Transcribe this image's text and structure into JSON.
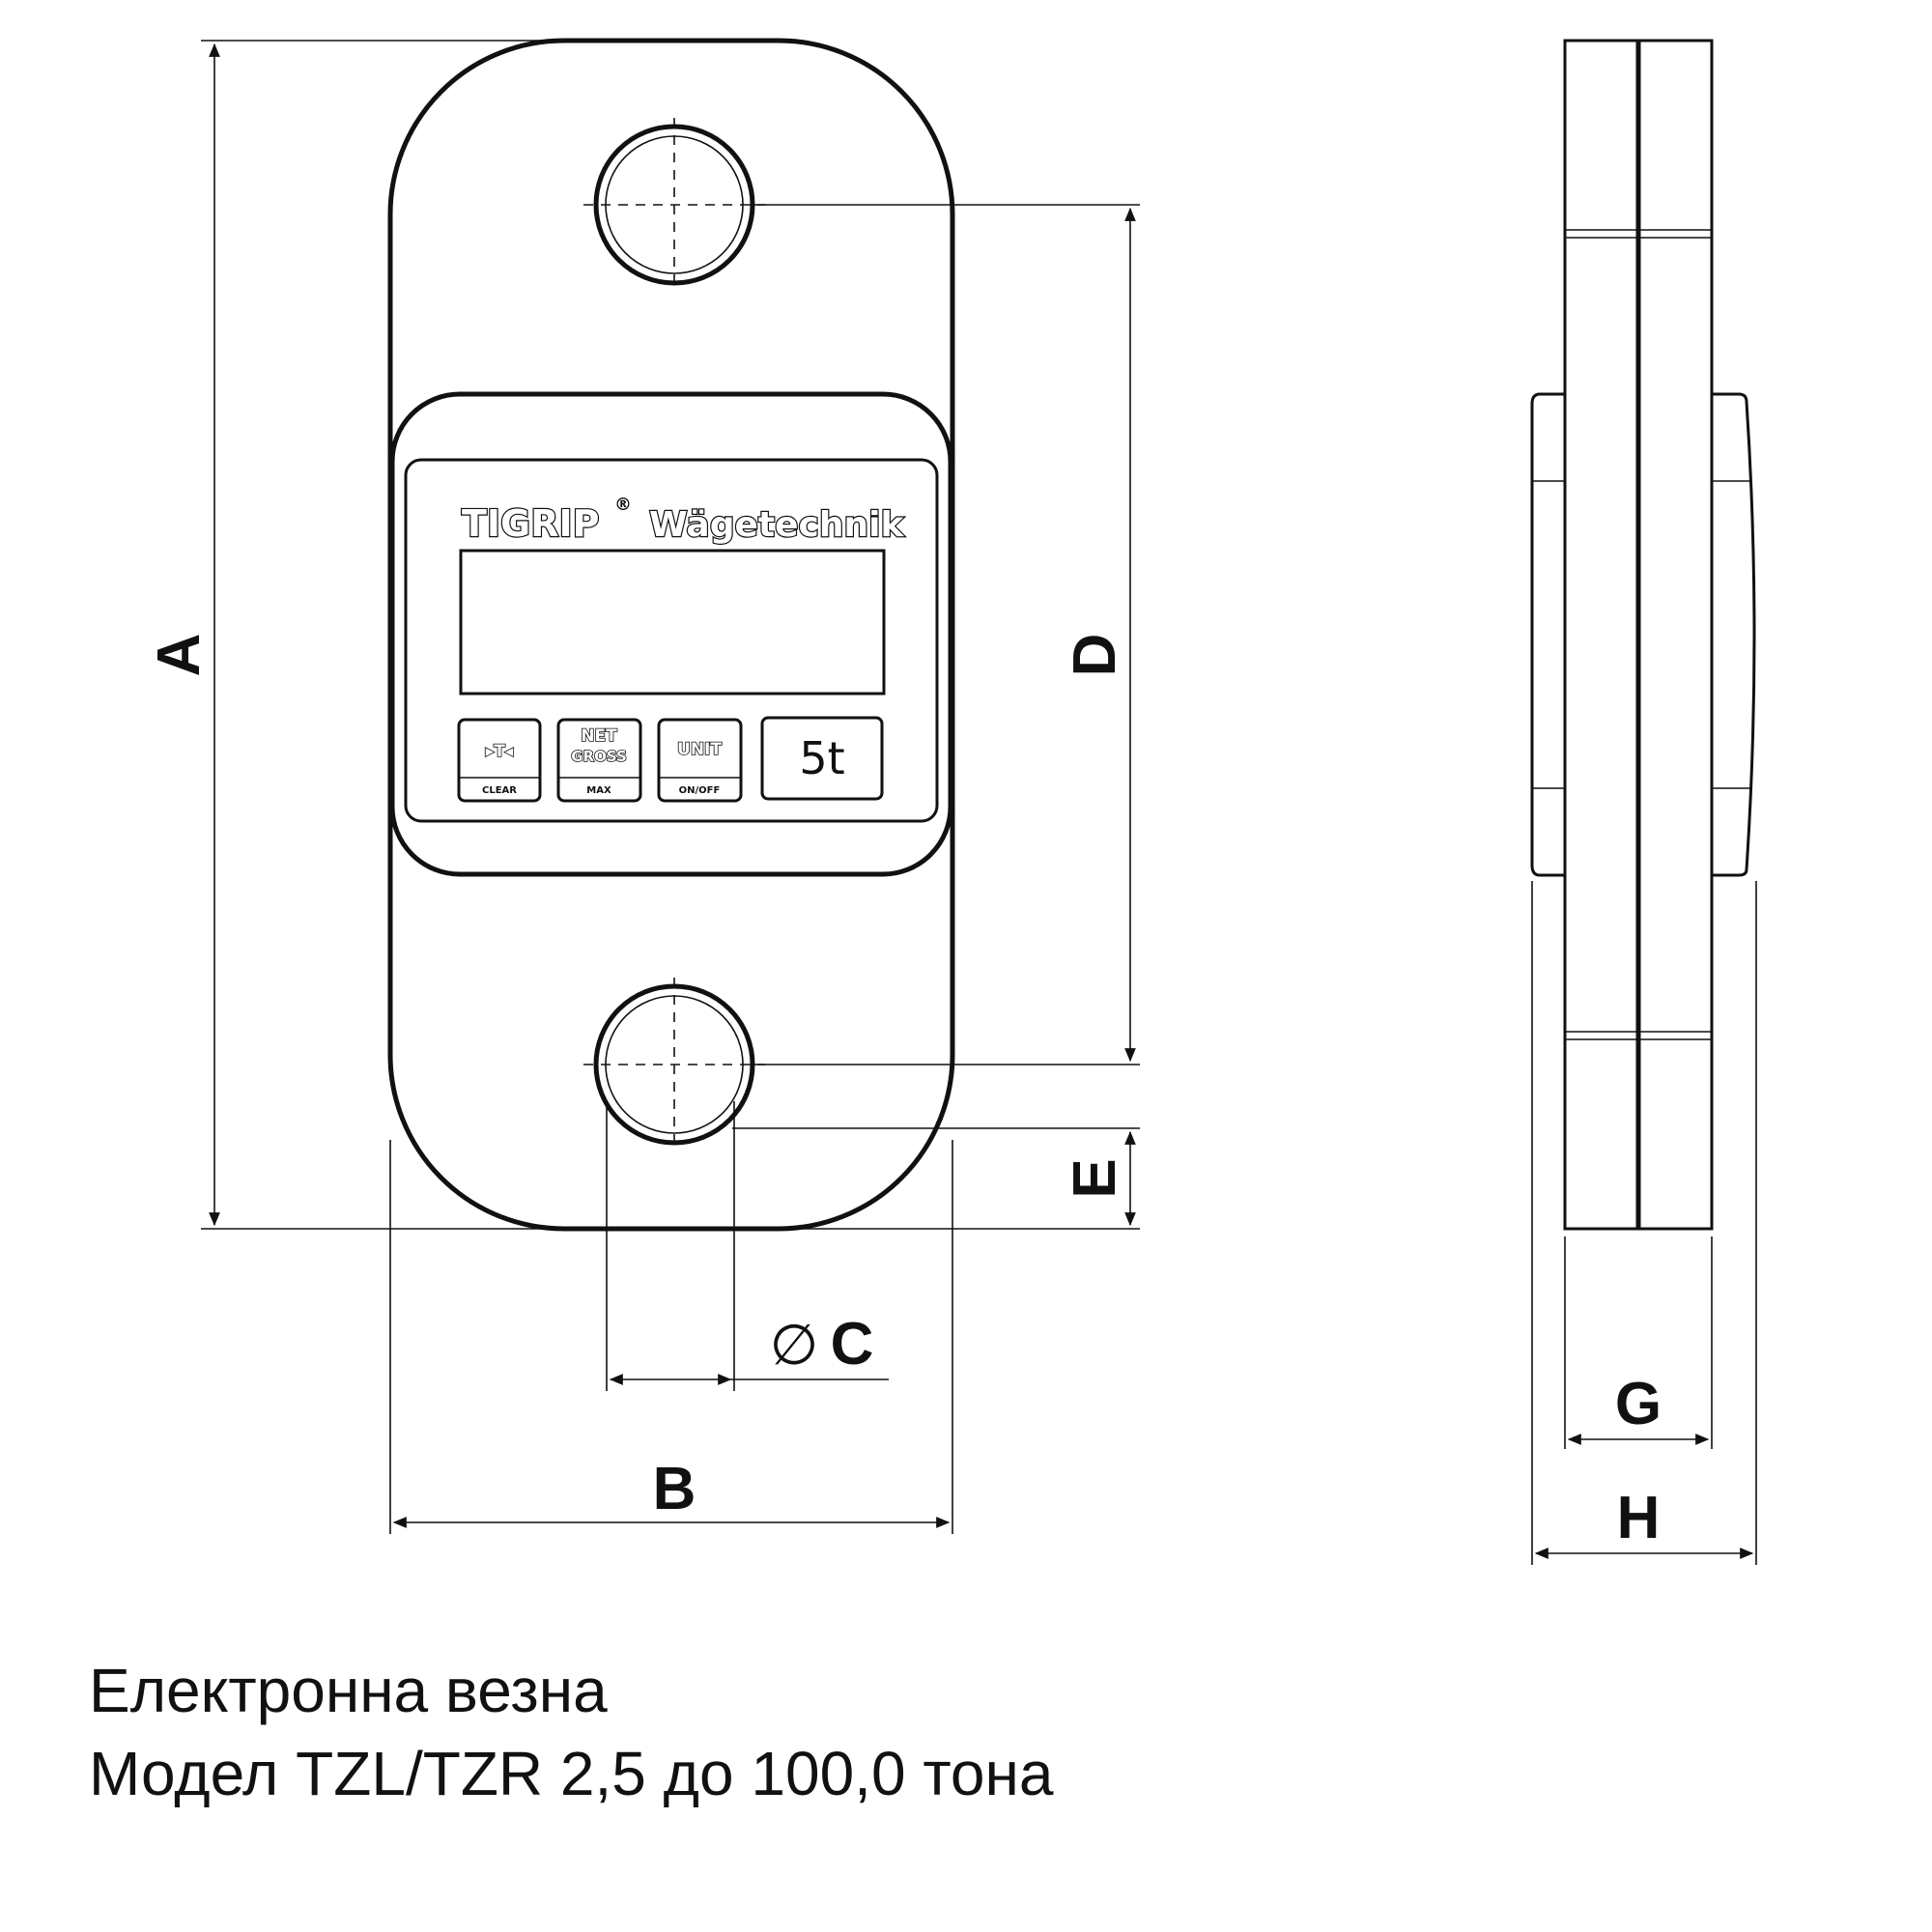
{
  "labels": {
    "dim_a": "A",
    "dim_b": "B",
    "dim_c": "C",
    "dim_c_symbol": "∅",
    "dim_d": "D",
    "dim_e": "E",
    "dim_g": "G",
    "dim_h": "H"
  },
  "device": {
    "brand": "TIGRIP",
    "brand_mark": "®",
    "brand_sub": "Wägetechnik",
    "capacity": "5t",
    "buttons": [
      {
        "label": "▸T◂",
        "sub": "CLEAR"
      },
      {
        "label": "NET",
        "label2": "GROSS",
        "sub": "MAX"
      },
      {
        "label": "UNIT",
        "sub": "ON/OFF"
      }
    ]
  },
  "caption": {
    "line1": "Електронна везна",
    "line2": "Модел TZL/TZR 2,5 до 100,0 тона"
  }
}
